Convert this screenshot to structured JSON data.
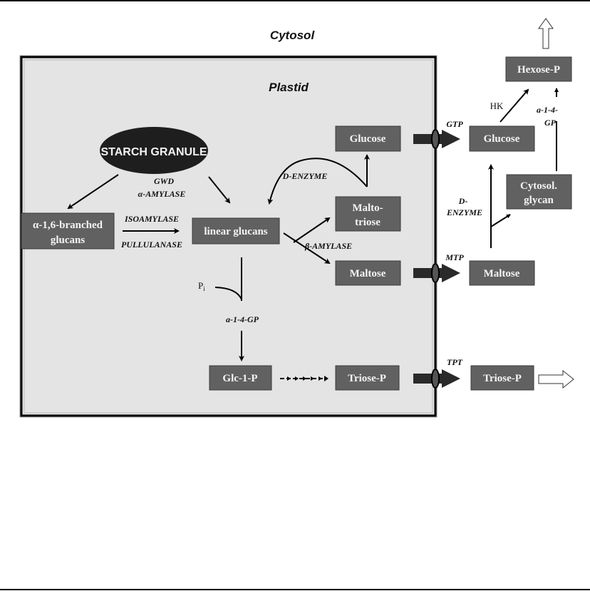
{
  "regions": {
    "cytosol": "Cytosol",
    "plastid": "Plastid"
  },
  "nodes": {
    "starch_granule": "STARCH GRANULE",
    "branched_glucans_line1": "α-1,6-branched",
    "branched_glucans_line2": "glucans",
    "linear_glucans": "linear glucans",
    "glucose_plastid": "Glucose",
    "maltotriose_line1": "Malto-",
    "maltotriose_line2": "triose",
    "maltose_plastid": "Maltose",
    "glc1p": "Glc-1-P",
    "triosep_plastid": "Triose-P",
    "hexosep": "Hexose-P",
    "glucose_cytosol": "Glucose",
    "cytosol_glycan_line1": "Cytosol.",
    "cytosol_glycan_line2": "glycan",
    "maltose_cytosol": "Maltose",
    "triosep_cytosol": "Triose-P"
  },
  "enzymes": {
    "gwd": "GWD",
    "alpha_amylase": "α-AMYLASE",
    "isoamylase": "ISOAMYLASE",
    "pullulanase": "PULLULANASE",
    "d_enzyme_plastid": "D-ENZYME",
    "beta_amylase": "β-AMYLASE",
    "pi": "P",
    "pi_sub": "i",
    "a14gp_plastid": "a-1-4-GP",
    "hk": "HK",
    "a14gp_cytosol_line1": "a-1-4-",
    "a14gp_cytosol_line2": "GP",
    "d_enzyme_cytosol_line1": "D-",
    "d_enzyme_cytosol_line2": "ENZYME"
  },
  "transporters": {
    "gtp": "GTP",
    "mtp": "MTP",
    "tpt": "TPT"
  }
}
